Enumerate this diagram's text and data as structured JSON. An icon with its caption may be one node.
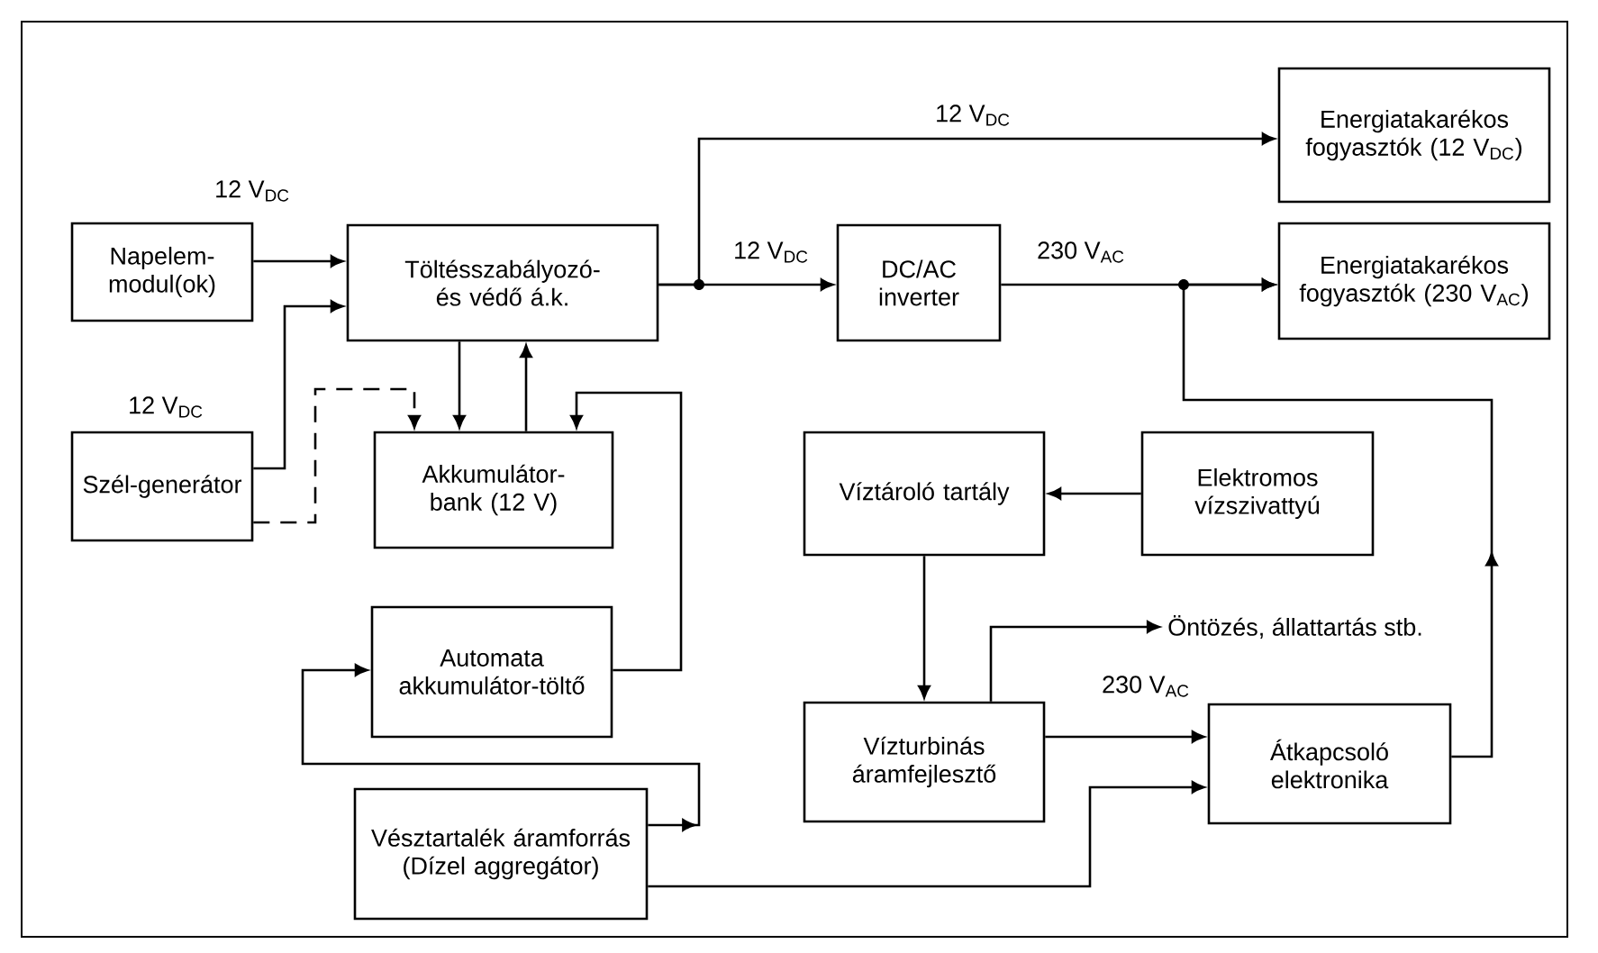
{
  "diagram": {
    "nodes": [
      {
        "text": [
          "Napelem-modul(ok)"
        ]
      },
      {
        "text": [
          "Töltésszabályozó- és védő á.k."
        ]
      },
      {
        "text": [
          "Szél-generátor"
        ]
      },
      {
        "text": [
          "Akkumulátor-bank (12 V)"
        ]
      },
      {
        "text": [
          "DC/AC inverter"
        ]
      },
      {
        "text": [
          "Energiatakarékos fogyasztók (12 V$_{DC}$)"
        ]
      },
      {
        "text": [
          "Energiatakarékos fogyasztók (230 V$_{AC}$)"
        ]
      },
      {
        "text": [
          "Víztároló tartály"
        ]
      },
      {
        "text": [
          "Elektromos vízszivattyú"
        ]
      },
      {
        "text": [
          "Automata akkumulátor-töltő"
        ]
      },
      {
        "text": [
          "Vízturbinás áramfejlesztő"
        ]
      },
      {
        "text": [
          "Átkapcsoló elektronika"
        ]
      },
      {
        "text": [
          "Vésztartalék áramforrás (Dízel aggregátor)"
        ]
      },
      {
        "text": [
          "Öntözés, állattartás stb."
        ]
      }
    ],
    "edges": [
      {
        "from": 0,
        "to": 1,
        "arrow": "to",
        "label": "12 V$_{DC}$"
      },
      {
        "from": 2,
        "to": 1,
        "arrow": "to",
        "label": "12 V$_{DC}$"
      },
      {
        "from": 2,
        "to": 3,
        "arrow": "to",
        "style": "dashed"
      },
      {
        "from": 1,
        "to": 3,
        "arrow": "to"
      },
      {
        "from": 3,
        "to": 1,
        "arrow": "to"
      },
      {
        "from": 9,
        "to": 3,
        "arrow": "to"
      },
      {
        "from": 1,
        "to": 5,
        "arrow": "to",
        "label": "12 V$_{DC}$"
      },
      {
        "from": 1,
        "to": 4,
        "arrow": "to",
        "label": "12 V$_{DC}$"
      },
      {
        "from": 4,
        "to": 6,
        "arrow": "to",
        "label": "230 V$_{AC}$"
      },
      {
        "from": 11,
        "to": 6,
        "arrow": "to"
      },
      {
        "from": 8,
        "to": 7,
        "arrow": "to"
      },
      {
        "from": 7,
        "to": 10,
        "arrow": "to"
      },
      {
        "from": 10,
        "to": 13,
        "arrow": "to"
      },
      {
        "from": 10,
        "to": 11,
        "arrow": "to",
        "label": "230 V$_{AC}$"
      },
      {
        "from": 12,
        "to": 11,
        "arrow": "to"
      },
      {
        "from": 12,
        "to": 9,
        "arrow": "to"
      }
    ]
  }
}
